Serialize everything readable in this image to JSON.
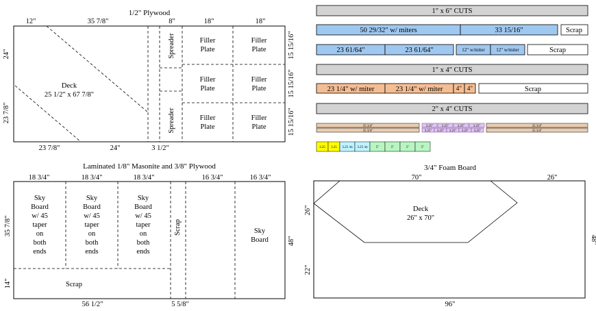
{
  "plywood": {
    "title": "1/2\" Plywood",
    "top_dims": [
      "12\"",
      "35 7/8\"",
      "8\"",
      "18\"",
      "18\""
    ],
    "bottom_dims": [
      "23 7/8\"",
      "24\"",
      "3 1/2\""
    ],
    "left_dims": [
      "24\"",
      "23 7/8\""
    ],
    "right_dims": [
      "15 15/16\"",
      "15 15/16\"",
      "15 15/16\""
    ],
    "deck_label": "Deck",
    "deck_size": "25 1/2\" x 67 7/8\"",
    "spreader_label": "Spreader",
    "filler_line1": "Filler",
    "filler_line2": "Plate"
  },
  "masonite": {
    "title": "Laminated 1/8\" Masonite and 3/8\" Plywood",
    "top_dims": [
      "18 3/4\"",
      "18 3/4\"",
      "18 3/4\"",
      "16 3/4\"",
      "16 3/4\""
    ],
    "left_dims": [
      "35 7/8\"",
      "14\""
    ],
    "bottom_dims": [
      "56 1/2\"",
      "5 5/8\""
    ],
    "right_dim": "48\"",
    "sky_lines": [
      "Sky",
      "Board",
      "w/ 45",
      "taper",
      "on",
      "both",
      "ends"
    ],
    "scrap_label": "Scrap",
    "sky_board_line1": "Sky",
    "sky_board_line2": "Board"
  },
  "foam": {
    "title": "3/4\" Foam Board",
    "top_dims": [
      "70\"",
      "26\""
    ],
    "left_dims": [
      "26\"",
      "22\""
    ],
    "right_dim": "48\"",
    "bottom_dim": "96\"",
    "deck_label": "Deck",
    "deck_size": "26\" x 70\""
  },
  "cuts": {
    "one_by_six_title": "1\" x 6\" CUTS",
    "one_by_six_row1": [
      "50 29/32\" w/ miters",
      "33 15/16\"",
      "Scrap"
    ],
    "one_by_six_row2": [
      "23 61/64\"",
      "23 61/64\"",
      "12\" w/miter",
      "12\" w/miter",
      "Scrap"
    ],
    "one_by_four_title": "1\" x 4\" CUTS",
    "one_by_four_row": [
      "23 1/4\" w/ miter",
      "23 1/4\" w/ miter",
      "4\"",
      "4\"",
      "Scrap"
    ],
    "two_by_four_title": "2\" x 4\" CUTS",
    "two_by_four_row1": [
      "35 3/4\"",
      "3.25\"",
      "3.25\"",
      "3.25\"",
      "3.25\"",
      "35 3/4\""
    ],
    "two_by_four_row2": [
      "35 3/4\"",
      "3.25\"",
      "3.25\"",
      "3.25\"",
      "3.25\"",
      "3.25\"",
      "35 3/4\""
    ],
    "blocks": [
      "3.25",
      "3.25",
      "3.25 /m",
      "3.25 /m",
      "5\"",
      "5\"",
      "5\"",
      "5\""
    ]
  },
  "colors": {
    "gray": "#d3d3d3",
    "blue": "#9fc8f0",
    "orange": "#f5bd93",
    "tan": "#e8ccb0",
    "purple": "#dfc6ee",
    "yellow": "#ffff00",
    "cyan": "#bff3ff",
    "green": "#b9f5c2"
  }
}
